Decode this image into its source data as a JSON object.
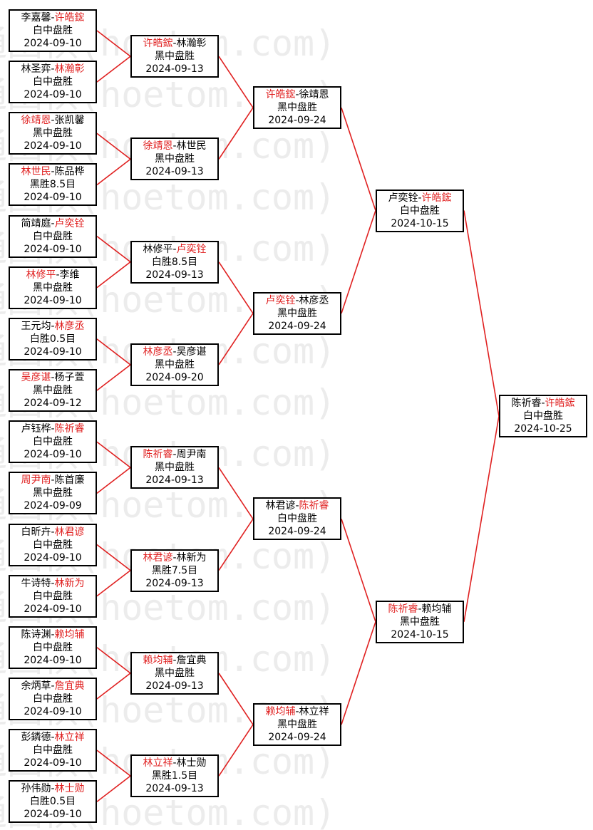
{
  "watermark": "弘通围棋(hoetom.com)",
  "colors": {
    "winner": "#e02020",
    "line": "#e02020",
    "border": "#000000"
  },
  "rounds": [
    [
      {
        "p1": "李嘉馨",
        "p2": "许皓鋐",
        "win": 2,
        "res": "白中盘胜",
        "date": "2024-09-10"
      },
      {
        "p1": "林圣弈",
        "p2": "林瀚彰",
        "win": 2,
        "res": "白中盘胜",
        "date": "2024-09-10"
      },
      {
        "p1": "徐靖恩",
        "p2": "张凯馨",
        "win": 1,
        "res": "黑中盘胜",
        "date": "2024-09-10"
      },
      {
        "p1": "林世民",
        "p2": "陈品桦",
        "win": 1,
        "res": "黑胜8.5目",
        "date": "2024-09-10"
      },
      {
        "p1": "简靖庭",
        "p2": "卢奕铨",
        "win": 2,
        "res": "白中盘胜",
        "date": "2024-09-10"
      },
      {
        "p1": "林修平",
        "p2": "李维",
        "win": 1,
        "res": "黑中盘胜",
        "date": "2024-09-10"
      },
      {
        "p1": "王元均",
        "p2": "林彦丞",
        "win": 2,
        "res": "白胜0.5目",
        "date": "2024-09-10"
      },
      {
        "p1": "吴彦谌",
        "p2": "杨子萱",
        "win": 1,
        "res": "黑中盘胜",
        "date": "2024-09-12"
      },
      {
        "p1": "卢钰桦",
        "p2": "陈祈睿",
        "win": 2,
        "res": "白中盘胜",
        "date": "2024-09-10"
      },
      {
        "p1": "周尹南",
        "p2": "陈首廉",
        "win": 1,
        "res": "黑中盘胜",
        "date": "2024-09-09"
      },
      {
        "p1": "白昕卉",
        "p2": "林君谚",
        "win": 2,
        "res": "白中盘胜",
        "date": "2024-09-10"
      },
      {
        "p1": "牛诗特",
        "p2": "林新为",
        "win": 2,
        "res": "白中盘胜",
        "date": "2024-09-10"
      },
      {
        "p1": "陈诗渊",
        "p2": "赖均辅",
        "win": 2,
        "res": "白中盘胜",
        "date": "2024-09-10"
      },
      {
        "p1": "余炳草",
        "p2": "詹宜典",
        "win": 2,
        "res": "白中盘胜",
        "date": "2024-09-10"
      },
      {
        "p1": "彭鏻德",
        "p2": "林立祥",
        "win": 2,
        "res": "白中盘胜",
        "date": "2024-09-10"
      },
      {
        "p1": "孙伟勋",
        "p2": "林士勋",
        "win": 2,
        "res": "白胜0.5目",
        "date": "2024-09-10"
      }
    ],
    [
      {
        "p1": "许皓鋐",
        "p2": "林瀚彰",
        "win": 1,
        "res": "黑中盘胜",
        "date": "2024-09-13"
      },
      {
        "p1": "徐靖恩",
        "p2": "林世民",
        "win": 1,
        "res": "黑中盘胜",
        "date": "2024-09-13"
      },
      {
        "p1": "林修平",
        "p2": "卢奕铨",
        "win": 2,
        "res": "白胜8.5目",
        "date": "2024-09-13"
      },
      {
        "p1": "林彦丞",
        "p2": "吴彦谌",
        "win": 1,
        "res": "黑中盘胜",
        "date": "2024-09-20"
      },
      {
        "p1": "陈祈睿",
        "p2": "周尹南",
        "win": 1,
        "res": "黑中盘胜",
        "date": "2024-09-13"
      },
      {
        "p1": "林君谚",
        "p2": "林新为",
        "win": 1,
        "res": "黑胜7.5目",
        "date": "2024-09-13"
      },
      {
        "p1": "赖均辅",
        "p2": "詹宜典",
        "win": 1,
        "res": "黑中盘胜",
        "date": "2024-09-13"
      },
      {
        "p1": "林立祥",
        "p2": "林士勋",
        "win": 1,
        "res": "黑胜1.5目",
        "date": "2024-09-13"
      }
    ],
    [
      {
        "p1": "许皓鋐",
        "p2": "徐靖恩",
        "win": 1,
        "res": "黑中盘胜",
        "date": "2024-09-24"
      },
      {
        "p1": "卢奕铨",
        "p2": "林彦丞",
        "win": 1,
        "res": "黑中盘胜",
        "date": "2024-09-24"
      },
      {
        "p1": "林君谚",
        "p2": "陈祈睿",
        "win": 2,
        "res": "白中盘胜",
        "date": "2024-09-24"
      },
      {
        "p1": "赖均辅",
        "p2": "林立祥",
        "win": 1,
        "res": "黑中盘胜",
        "date": "2024-09-24"
      }
    ],
    [
      {
        "p1": "卢奕铨",
        "p2": "许皓鋐",
        "win": 2,
        "res": "白中盘胜",
        "date": "2024-10-15"
      },
      {
        "p1": "陈祈睿",
        "p2": "赖均辅",
        "win": 1,
        "res": "黑中盘胜",
        "date": "2024-10-15"
      }
    ],
    [
      {
        "p1": "陈祈睿",
        "p2": "许皓鋐",
        "win": 2,
        "res": "白中盘胜",
        "date": "2024-10-25"
      }
    ]
  ]
}
